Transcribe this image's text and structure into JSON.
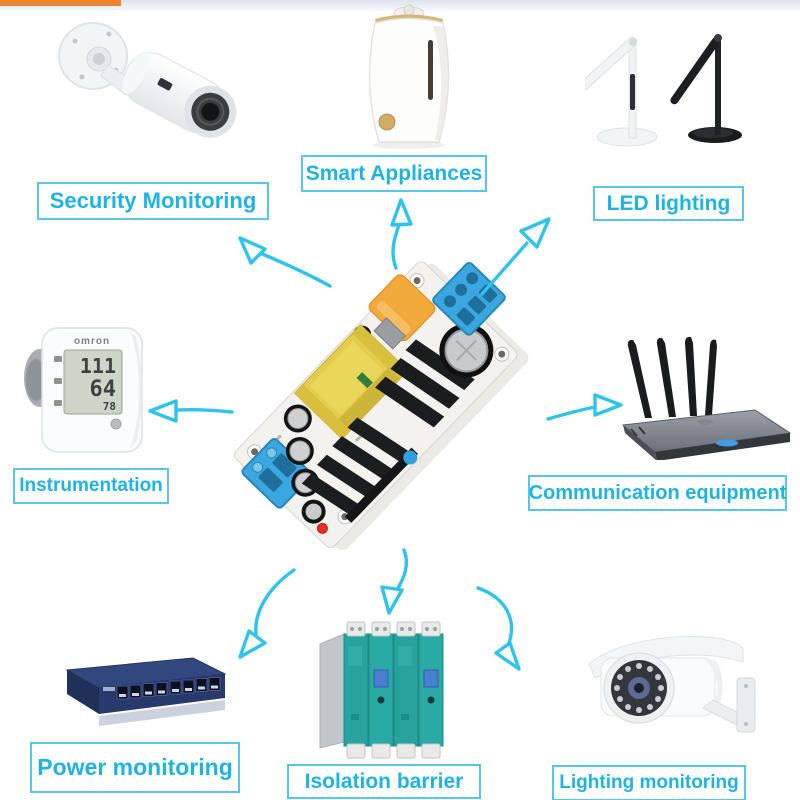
{
  "header": {
    "orange_bar_color": "#ED8633",
    "strip_color": "#DDE3EA"
  },
  "colors": {
    "label_text": "#1FB3E3",
    "label_border": "#56C7EA",
    "arrow": "#2EC3EC",
    "pcb_board": "#F3F2EE",
    "transformer_yellow": "#E3CC4E",
    "film_cap_orange": "#F2A93B",
    "terminal_blue": "#3AA7E0",
    "switch_navy": "#2E4170",
    "isolator_teal": "#27A39E"
  },
  "labels": {
    "security": "Security Monitoring",
    "smart_appliances": "Smart Appliances",
    "led_lighting": "LED lighting",
    "instrumentation": "Instrumentation",
    "communication": "Communication equipment",
    "power_monitoring": "Power monitoring",
    "isolation_barrier": "Isolation barrier",
    "lighting_monitoring": "Lighting monitoring"
  },
  "devices": {
    "bp_monitor": {
      "brand": "omron",
      "systolic": "111",
      "diastolic": "64",
      "pulse": "78"
    }
  }
}
